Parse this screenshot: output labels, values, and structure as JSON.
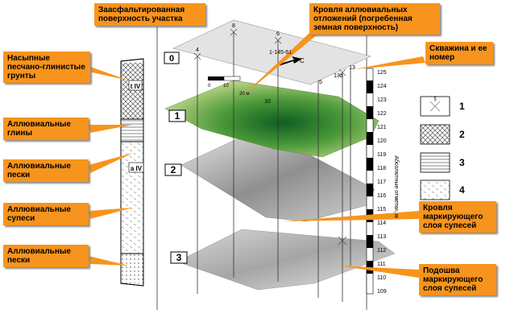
{
  "callouts": {
    "asphalt_surface": "Заасфальтированная поверхность участка",
    "alluvial_roof": "Кровля аллювиальных отложений (погребенная земная поверхность)",
    "well": "Скважина и ее номер",
    "fill_soils": "Насыпные песчано-глинистые грунты",
    "alluvial_clays": "Аллювиальные глины",
    "alluvial_sands_1": "Аллювиальные пески",
    "alluvial_loams": "Аллювиальные супеси",
    "alluvial_sands_2": "Аллювиальные пески",
    "marker_roof": "Кровля маркирующего слоя супесей",
    "marker_base": "Подошва маркирующего слоя супесей"
  },
  "column": {
    "label_tiv": "t IV",
    "label_aiv": "a IV"
  },
  "surfaces": {
    "s0": "0",
    "s1": "1",
    "s2": "2",
    "s3": "3"
  },
  "wells": {
    "w8": "8",
    "w6": "6",
    "w4": "4",
    "w13": "13",
    "w13a": "13а",
    "w5": "5",
    "w10": "10",
    "section": "1-145-61"
  },
  "compass": "С",
  "scale": {
    "s0": "0",
    "s10": "10",
    "s20": "20 м"
  },
  "axis": {
    "title": "Абсолютные отметки, м",
    "ticks": [
      "125",
      "124",
      "123",
      "122",
      "121",
      "120",
      "119",
      "118",
      "117",
      "116",
      "115",
      "114",
      "113",
      "112",
      "111",
      "110",
      "109"
    ]
  },
  "legend": {
    "items": [
      "1",
      "2",
      "3",
      "4"
    ],
    "sample_well": "5"
  },
  "colors": {
    "callout": "#f7941d",
    "surface1_dark": "#1f7a2e",
    "surface1_light": "#b8cf7a",
    "gray_surface": "#9a9a9a"
  }
}
